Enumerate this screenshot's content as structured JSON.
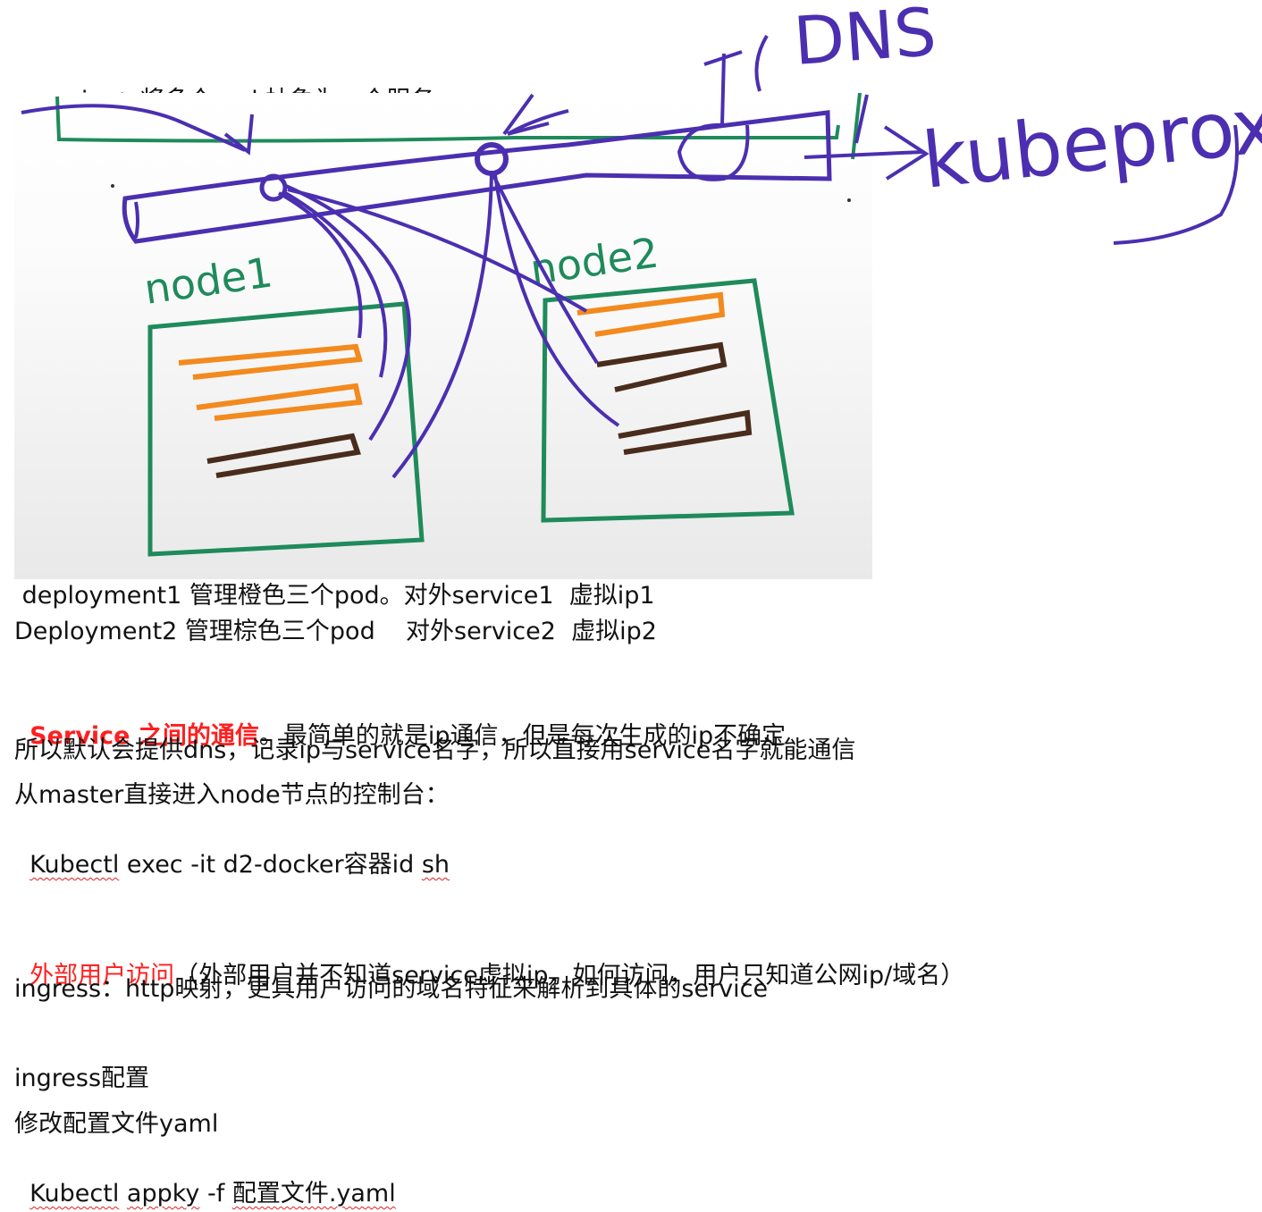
{
  "heading": {
    "service": "service",
    "rest": "：将多个pod 抽象为一个服务"
  },
  "diagram": {
    "node1_label": "node1",
    "node2_label": "node2",
    "annotation_dns": "DNS",
    "annotation_kubeproxy": "kubeproxy",
    "colors": {
      "ink": "#4b2fb0",
      "node_outline": "#1f8a5b",
      "pod_orange": "#f28a1e",
      "pod_brown": "#4a2c1c"
    }
  },
  "deployments": {
    "line1": " deployment1 管理橙色三个pod。对外service1  虚拟ip1",
    "line2": "Deployment2 管理棕色三个pod    对外service2  虚拟ip2"
  },
  "service_comm": {
    "title": "Service 之间的通信",
    "title_rest": "。最简单的就是ip通信，但是每次生成的ip不确定",
    "line2": "所以默认会提供dns，记录ip与service名字，所以直接用service名字就能通信",
    "line3": "从master直接进入node节点的控制台：",
    "cmd_kubectl": "Kubectl",
    "cmd_mid": " exec -it d2-docker容器id ",
    "cmd_sh": "sh"
  },
  "external": {
    "title": "外部用户访问",
    "title_rest": "（外部用户并不知道service虚拟ip，如何访问，用户只知道公网ip/域名）",
    "ingress_line": "ingress：http映射，更具用户访问的域名特征来解析到具体的service"
  },
  "ingress_config": {
    "title": "ingress配置",
    "line2": "修改配置文件yaml",
    "cmd_kubectl": "Kubectl",
    "cmd_appky": "appky",
    "cmd_mid": " -f ",
    "cmd_file": "配置文件.yaml"
  }
}
